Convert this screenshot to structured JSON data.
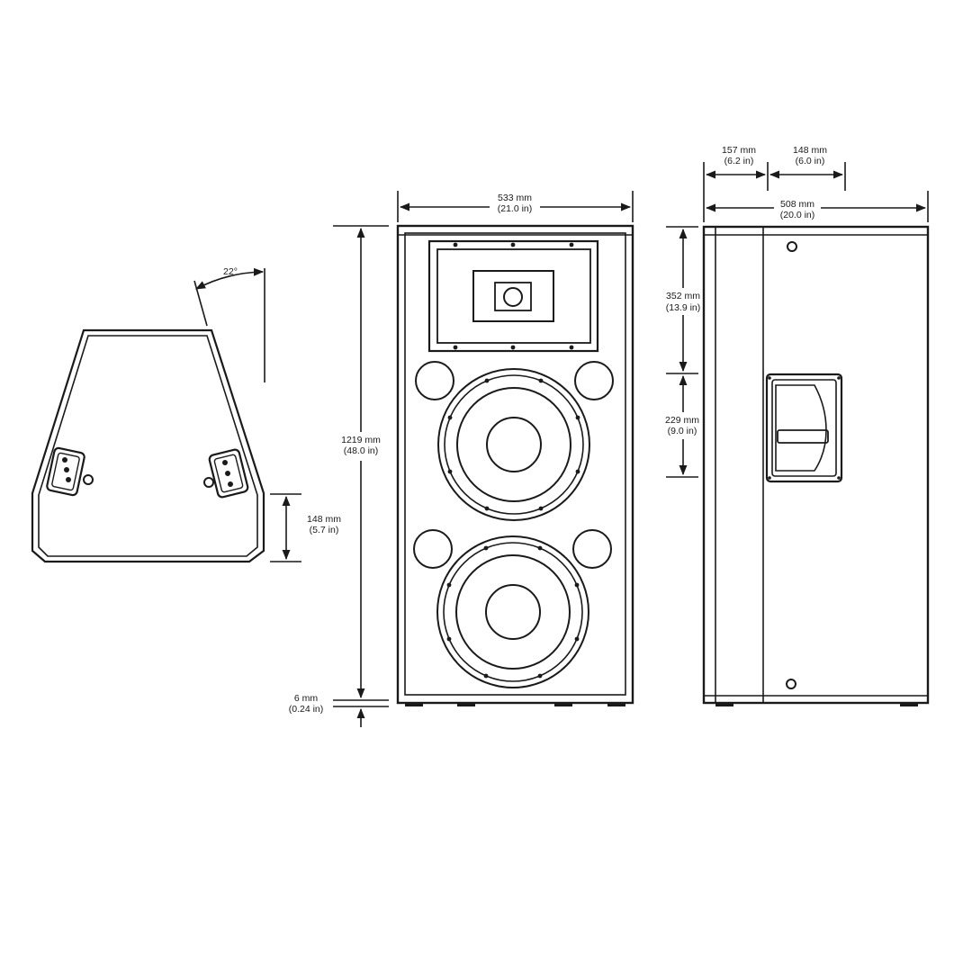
{
  "dimensions": {
    "angle": "22°",
    "side_offset_mm": "148 mm",
    "side_offset_in": "(5.7 in)",
    "width_mm": "533 mm",
    "width_in": "(21.0 in)",
    "height_mm": "1219 mm",
    "height_in": "(48.0 in)",
    "foot_mm": "6 mm",
    "foot_in": "(0.24 in)",
    "depth_front_mm": "157 mm",
    "depth_front_in": "(6.2 in)",
    "depth_handle_mm": "148 mm",
    "depth_handle_in": "(6.0 in)",
    "depth_total_mm": "508 mm",
    "depth_total_in": "(20.0 in)",
    "handle_top_mm": "352 mm",
    "handle_top_in": "(13.9 in)",
    "handle_height_mm": "229 mm",
    "handle_height_in": "(9.0 in)"
  }
}
